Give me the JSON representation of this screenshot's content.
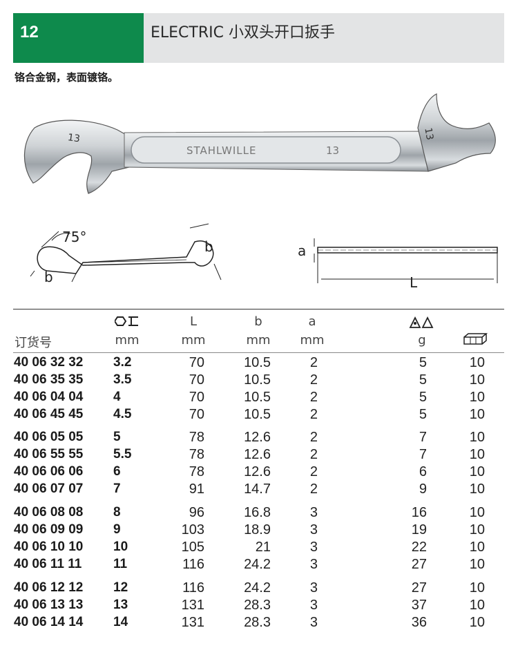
{
  "header": {
    "chapter": "12",
    "title": "ELECTRIC 小双头开口扳手",
    "subtitle": "铬合金钢，表面镀铬。"
  },
  "photo": {
    "left_size": "13",
    "right_size": "13",
    "brand": "STAHLWILLE",
    "handle_size": "13"
  },
  "diagram": {
    "angle": "75°",
    "b": "b",
    "a": "a",
    "L": "L"
  },
  "colors": {
    "chapter_green": "#0e8a4c",
    "header_grey": "#e3e4e5",
    "chrome": "#c8ccd0"
  },
  "table": {
    "headers": {
      "order_no": "订货号",
      "size_sym": "",
      "size_unit": "mm",
      "L": "L",
      "L_unit": "mm",
      "b": "b",
      "b_unit": "mm",
      "a": "a",
      "a_unit": "mm",
      "g_unit": "g"
    },
    "groups": [
      [
        {
          "code": "40 06 32 32",
          "size": "3.2",
          "L": "70",
          "b": "10.5",
          "a": "2",
          "g": "5",
          "pack": "10"
        },
        {
          "code": "40 06 35 35",
          "size": "3.5",
          "L": "70",
          "b": "10.5",
          "a": "2",
          "g": "5",
          "pack": "10"
        },
        {
          "code": "40 06 04 04",
          "size": "4",
          "L": "70",
          "b": "10.5",
          "a": "2",
          "g": "5",
          "pack": "10"
        },
        {
          "code": "40 06 45 45",
          "size": "4.5",
          "L": "70",
          "b": "10.5",
          "a": "2",
          "g": "5",
          "pack": "10"
        }
      ],
      [
        {
          "code": "40 06 05 05",
          "size": "5",
          "L": "78",
          "b": "12.6",
          "a": "2",
          "g": "7",
          "pack": "10"
        },
        {
          "code": "40 06 55 55",
          "size": "5.5",
          "L": "78",
          "b": "12.6",
          "a": "2",
          "g": "7",
          "pack": "10"
        },
        {
          "code": "40 06 06 06",
          "size": "6",
          "L": "78",
          "b": "12.6",
          "a": "2",
          "g": "6",
          "pack": "10"
        },
        {
          "code": "40 06 07 07",
          "size": "7",
          "L": "91",
          "b": "14.7",
          "a": "2",
          "g": "9",
          "pack": "10"
        }
      ],
      [
        {
          "code": "40 06 08 08",
          "size": "8",
          "L": "96",
          "b": "16.8",
          "a": "3",
          "g": "16",
          "pack": "10"
        },
        {
          "code": "40 06 09 09",
          "size": "9",
          "L": "103",
          "b": "18.9",
          "a": "3",
          "g": "19",
          "pack": "10"
        },
        {
          "code": "40 06 10 10",
          "size": "10",
          "L": "105",
          "b": "21",
          "a": "3",
          "g": "22",
          "pack": "10"
        },
        {
          "code": "40 06 11 11",
          "size": "11",
          "L": "116",
          "b": "24.2",
          "a": "3",
          "g": "27",
          "pack": "10"
        }
      ],
      [
        {
          "code": "40 06 12 12",
          "size": "12",
          "L": "116",
          "b": "24.2",
          "a": "3",
          "g": "27",
          "pack": "10"
        },
        {
          "code": "40 06 13 13",
          "size": "13",
          "L": "131",
          "b": "28.3",
          "a": "3",
          "g": "37",
          "pack": "10"
        },
        {
          "code": "40 06 14 14",
          "size": "14",
          "L": "131",
          "b": "28.3",
          "a": "3",
          "g": "36",
          "pack": "10"
        }
      ]
    ]
  }
}
